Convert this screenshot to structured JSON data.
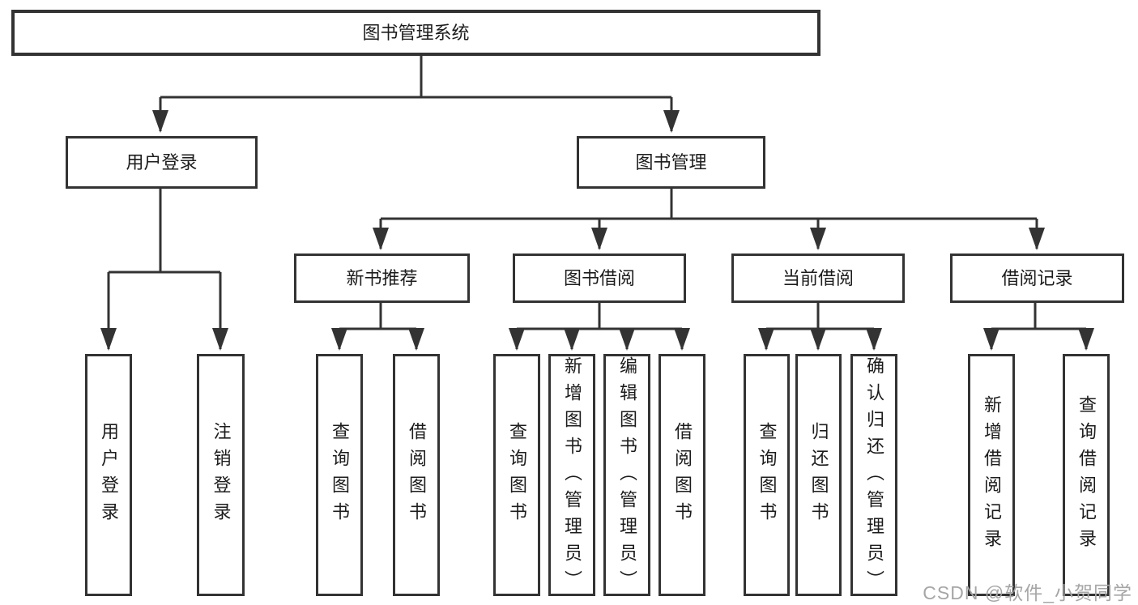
{
  "tree": {
    "root": "图书管理系统",
    "level2": [
      {
        "label": "用户登录",
        "children": [
          {
            "label": "用户登录"
          },
          {
            "label": "注销登录"
          }
        ]
      },
      {
        "label": "图书管理",
        "children": [
          {
            "label": "新书推荐",
            "children": [
              {
                "label": "查询图书"
              },
              {
                "label": "借阅图书"
              }
            ]
          },
          {
            "label": "图书借阅",
            "children": [
              {
                "label": "查询图书"
              },
              {
                "label": "新增图书（管理员）"
              },
              {
                "label": "编辑图书（管理员）"
              },
              {
                "label": "借阅图书"
              }
            ]
          },
          {
            "label": "当前借阅",
            "children": [
              {
                "label": "查询图书"
              },
              {
                "label": "归还图书"
              },
              {
                "label": "确认归还（管理员）"
              }
            ]
          },
          {
            "label": "借阅记录",
            "children": [
              {
                "label": "新增借阅记录"
              },
              {
                "label": "查询借阅记录"
              }
            ]
          }
        ]
      }
    ]
  },
  "watermark": {
    "text": "CSDN @软件_小贺同学",
    "color": "#a6a6a6"
  },
  "colors": {
    "line": "#333333",
    "border": "#333333",
    "text": "#1c1c1c",
    "background": "#ffffff"
  }
}
